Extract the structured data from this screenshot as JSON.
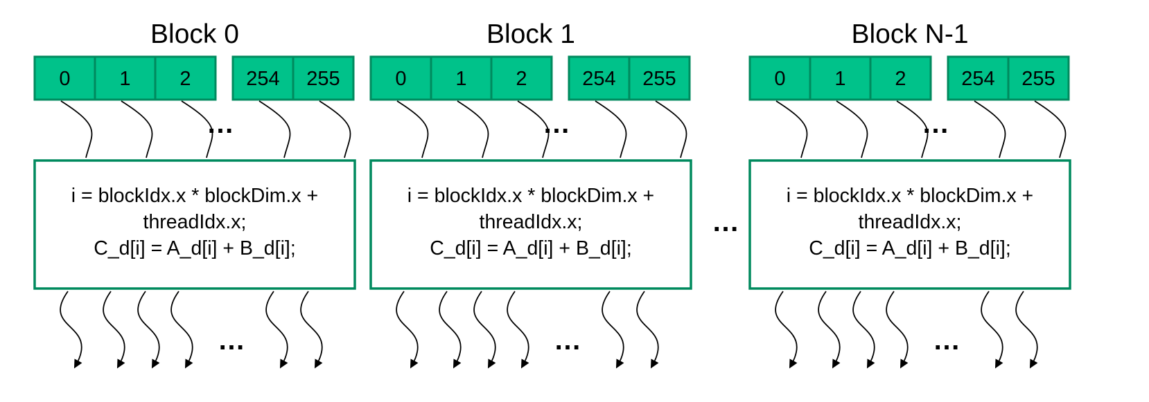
{
  "diagram": {
    "accent_color": "#00c28a",
    "border_color": "#008a5e",
    "ellipsis": "…",
    "blocks": [
      {
        "title": "Block 0",
        "threads": [
          "0",
          "1",
          "2",
          "254",
          "255"
        ],
        "code": [
          "i = blockIdx.x * blockDim.x +",
          "threadIdx.x;",
          "C_d[i] = A_d[i] + B_d[i];"
        ]
      },
      {
        "title": "Block 1",
        "threads": [
          "0",
          "1",
          "2",
          "254",
          "255"
        ],
        "code": [
          "i = blockIdx.x * blockDim.x +",
          "threadIdx.x;",
          "C_d[i] = A_d[i] + B_d[i];"
        ]
      },
      {
        "title": "Block N-1",
        "threads": [
          "0",
          "1",
          "2",
          "254",
          "255"
        ],
        "code": [
          "i = blockIdx.x * blockDim.x +",
          "threadIdx.x;",
          "C_d[i] = A_d[i] + B_d[i];"
        ]
      }
    ]
  }
}
